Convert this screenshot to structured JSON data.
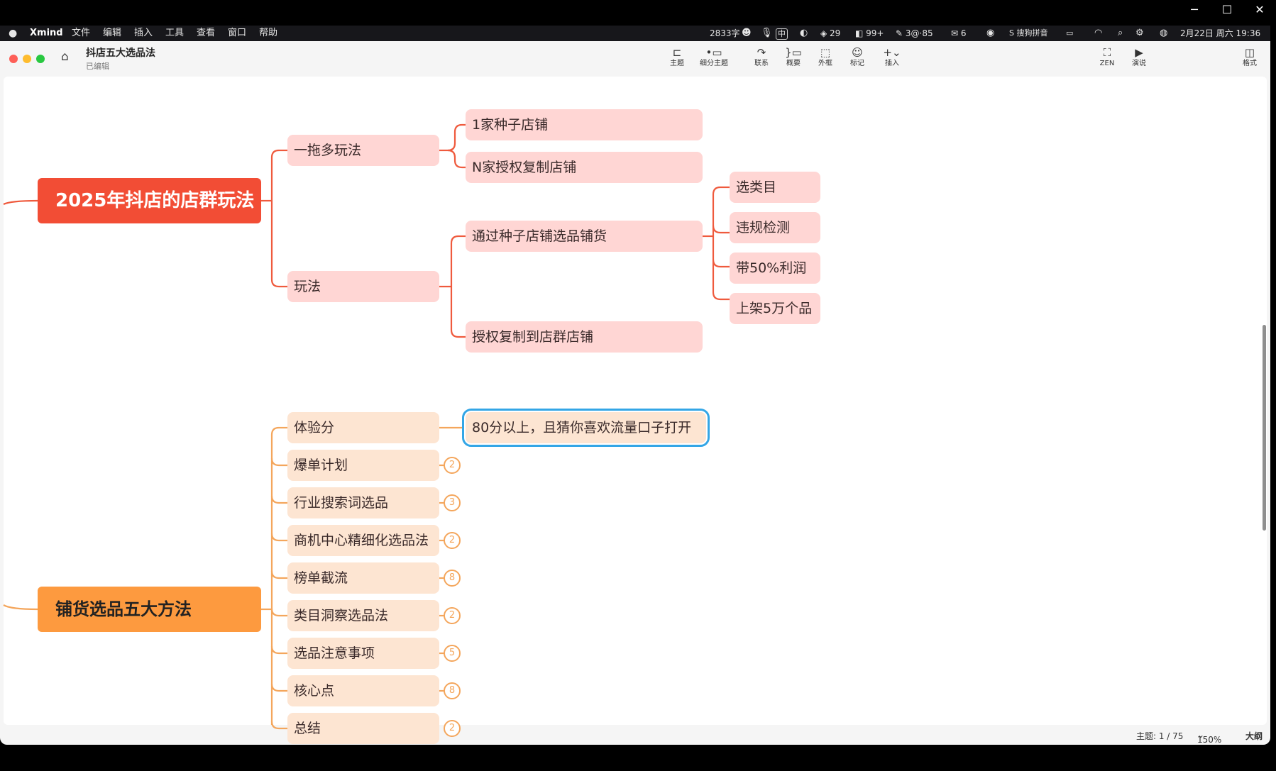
{
  "window_controls": {
    "minimize": "─",
    "maximize": "☐",
    "close": "✕"
  },
  "menubar": {
    "apple": "",
    "app": "Xmind",
    "menus": [
      "文件",
      "编辑",
      "插入",
      "工具",
      "查看",
      "窗口",
      "帮助"
    ],
    "status": {
      "word_count": "2833字",
      "input_ime": "中",
      "badge_29": "29",
      "badge_99": "99+",
      "badge_3at85": "3@·85",
      "wechat": "6",
      "ime_name": "搜狗拼音",
      "datetime": "2月22日 周六  19:36"
    }
  },
  "doc": {
    "title": "抖店五大选品法",
    "subtitle": "已编辑"
  },
  "toolbar": {
    "topic": "主题",
    "subtopic": "细分主题",
    "relation": "联系",
    "summary": "概要",
    "boundary": "外框",
    "marker": "标记",
    "insert": "插入",
    "zen": "ZEN",
    "present": "演说",
    "format": "格式"
  },
  "mindmap": {
    "root1": {
      "label": "2025年抖店的店群玩法",
      "child1": {
        "label": "一拖多玩法",
        "items": [
          "1家种子店铺",
          "N家授权复制店铺"
        ]
      },
      "child2": {
        "label": "玩法",
        "item1": {
          "label": "通过种子店铺选品铺货",
          "items": [
            "选类目",
            "违规检测",
            "带50%利润",
            "上架5万个品"
          ]
        },
        "item2": {
          "label": "授权复制到店群店铺"
        }
      }
    },
    "root2": {
      "label": "铺货选品五大方法",
      "items": [
        {
          "label": "体验分",
          "count": ""
        },
        {
          "label": "爆单计划",
          "count": "2"
        },
        {
          "label": "行业搜索词选品",
          "count": "3"
        },
        {
          "label": "商机中心精细化选品法",
          "count": "2"
        },
        {
          "label": "榜单截流",
          "count": "8"
        },
        {
          "label": "类目洞察选品法",
          "count": "2"
        },
        {
          "label": "选品注意事项",
          "count": "5"
        },
        {
          "label": "核心点",
          "count": "8"
        },
        {
          "label": "总结",
          "count": "2"
        }
      ],
      "selected_note": "80分以上，且猜你喜欢流量口子打开"
    }
  },
  "statusbar": {
    "topics": "主题: 1 / 75",
    "zoom": "150%",
    "outline": "大纲"
  },
  "colors": {
    "red_branch": "#ef5a3d",
    "orange_branch": "#f4a65c",
    "selection": "#34a6e6"
  }
}
